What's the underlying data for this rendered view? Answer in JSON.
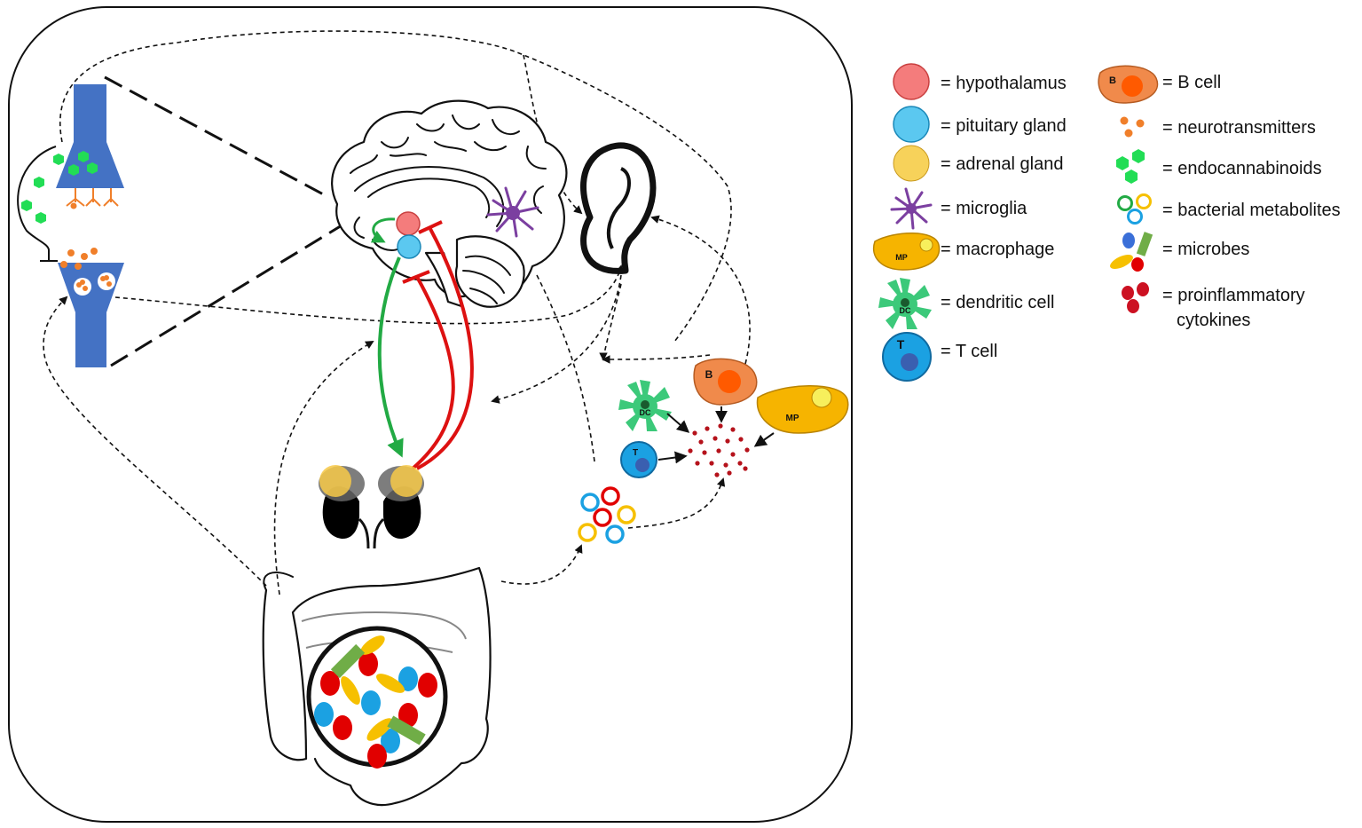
{
  "colors": {
    "hypothalamus": "#f47c7c",
    "pituitary": "#5bc8f0",
    "adrenal": "#f7c948",
    "microglia": "#7b3fa0",
    "macrophage": "#f6b400",
    "b_cell": "#f08a4b",
    "t_cell": "#1ba1e2",
    "dendritic": "#3cc97a",
    "neurotransmitter": "#f07f2a",
    "endocannabinoid": "#22dd55",
    "cytokine": "#cc1122",
    "neuron": "#4472c4",
    "activation": "#22aa44",
    "inhibition": "#dd1111"
  },
  "legend": {
    "left": [
      {
        "icon": "hypothalamus-icon",
        "label": "= hypothalamus"
      },
      {
        "icon": "pituitary-gland-icon",
        "label": "= pituitary gland"
      },
      {
        "icon": "adrenal-gland-icon",
        "label": "= adrenal gland"
      },
      {
        "icon": "microglia-icon",
        "label": "= microglia"
      },
      {
        "icon": "macrophage-icon",
        "label": "= macrophage"
      },
      {
        "icon": "dendritic-cell-icon",
        "label": "= dendritic cell"
      },
      {
        "icon": "t-cell-icon",
        "label": "= T cell"
      }
    ],
    "right": [
      {
        "icon": "b-cell-icon",
        "label": "= B cell"
      },
      {
        "icon": "neurotransmitters-icon",
        "label": "= neurotransmitters"
      },
      {
        "icon": "endocannabinoids-icon",
        "label": "= endocannabinoids"
      },
      {
        "icon": "bacterial-metabolites-icon",
        "label": "= bacterial metabolites"
      },
      {
        "icon": "microbes-icon",
        "label": "= microbes"
      },
      {
        "icon": "proinflammatory-cytokines-icon",
        "label_line1": "= proinflammatory",
        "label_line2": "cytokines"
      }
    ]
  },
  "cell_letters": {
    "macrophage": "MP",
    "dendritic": "DC",
    "t_cell": "T",
    "b_cell": "B"
  }
}
